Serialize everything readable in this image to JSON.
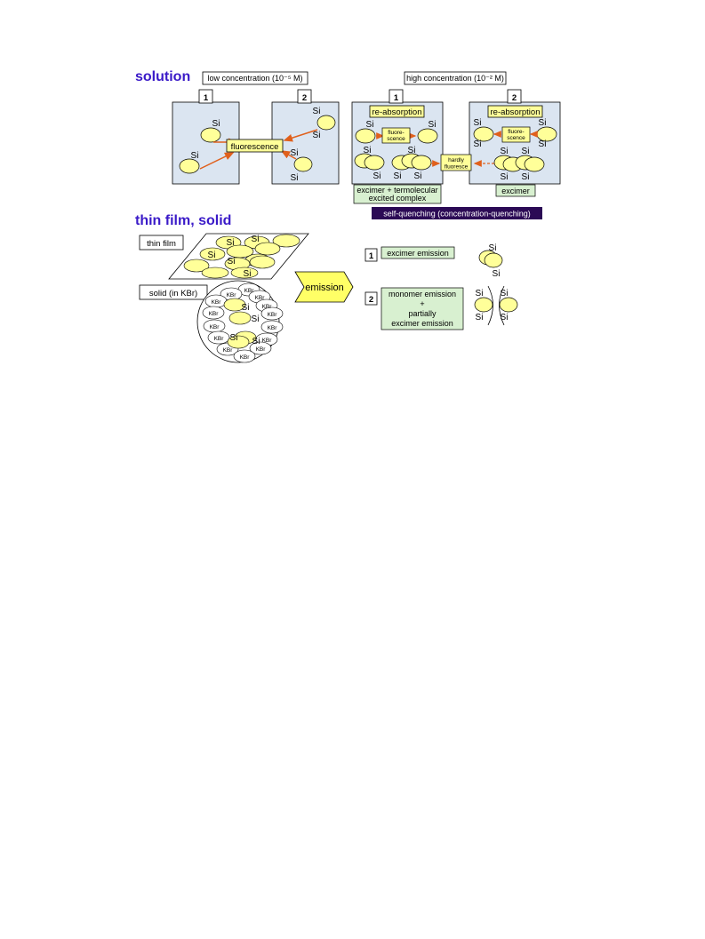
{
  "solution": {
    "title": "solution",
    "low_label": "low concentration (10⁻⁵ M)",
    "high_label": "high concentration (10⁻² M)",
    "panel_1": "1",
    "panel_2": "2",
    "fluorescence": "fluorescence",
    "re_absorption": "re-absorption",
    "fluoro_line1": "fluore-",
    "fluoro_line2": "scence",
    "hardly_line1": "hardly",
    "hardly_line2": "fluoresce",
    "excimer_termolecular_line1": "excimer + termolecular",
    "excimer_termolecular_line2": "excited complex",
    "excimer": "excimer",
    "self_quenching": "self-quenching (concentration-quenching)",
    "si": "Si"
  },
  "thin_film": {
    "title": "thin film, solid",
    "thin_film_label": "thin film",
    "solid_label": "solid (in KBr)",
    "kbr": "KBr",
    "emission": "emission",
    "case_1": "1",
    "case_2": "2",
    "excimer_emission": "excimer emission",
    "monomer_line1": "monomer emission",
    "monomer_line2": "+",
    "monomer_line3": "partially",
    "monomer_line4": "excimer emission"
  },
  "colors": {
    "box_fill": "#dbe5f1",
    "molecule": "#ffff99",
    "label_yellow": "#ffff99",
    "label_green": "#d8f0d0",
    "arrow": "#e0601c",
    "heading": "#3a1ac8",
    "quench_bg": "#2b0a55"
  }
}
